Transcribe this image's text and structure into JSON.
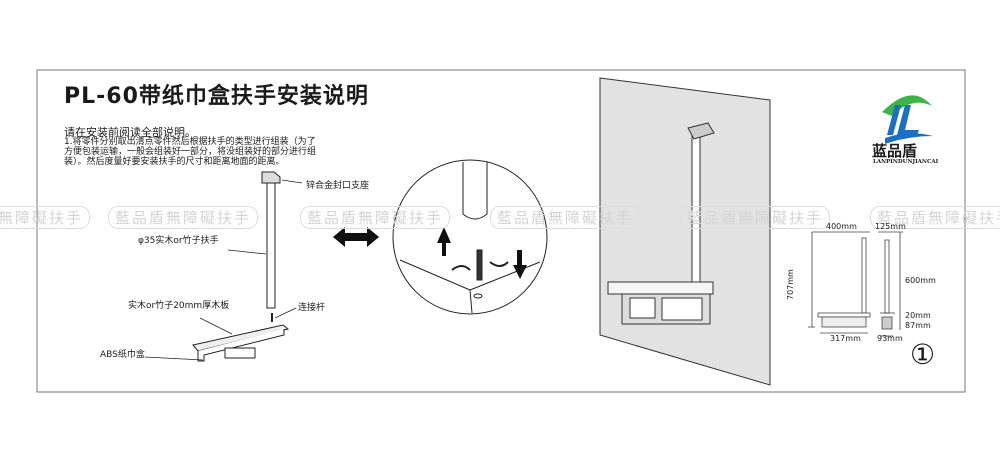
{
  "title": "PL-60带纸巾盒扶手安装说明",
  "subtitle": "请在安装前阅读全部说明。",
  "instructions": [
    "1.将零件分别取出清点零件然后根据扶手的类型进行组装（为了",
    "方便包装运输，一般会组装好一部分，将没组装好的部分进行组",
    "装）。然后度量好要安装扶手的尺寸和距离地面的距离。"
  ],
  "labels": {
    "bracket": "锌合金封口支座",
    "rail": "φ35实木or竹子扶手",
    "board": "实木or竹子20mm厚木板",
    "rod": "连接杆",
    "box": "ABS纸巾盒"
  },
  "watermark": "藍品盾無障礙扶手",
  "logo": {
    "name": "蓝品盾",
    "pinyin": "LANPINDUNJIANCAI",
    "colors": [
      "#1e6fc4",
      "#3cb449"
    ]
  },
  "dimensions": {
    "width": "400mm",
    "depth_top": "125mm",
    "height": "707mm",
    "rail_len": "600mm",
    "board": "20mm",
    "box": "87mm",
    "box_width": "317mm",
    "box_depth": "93mm"
  },
  "step": "①"
}
